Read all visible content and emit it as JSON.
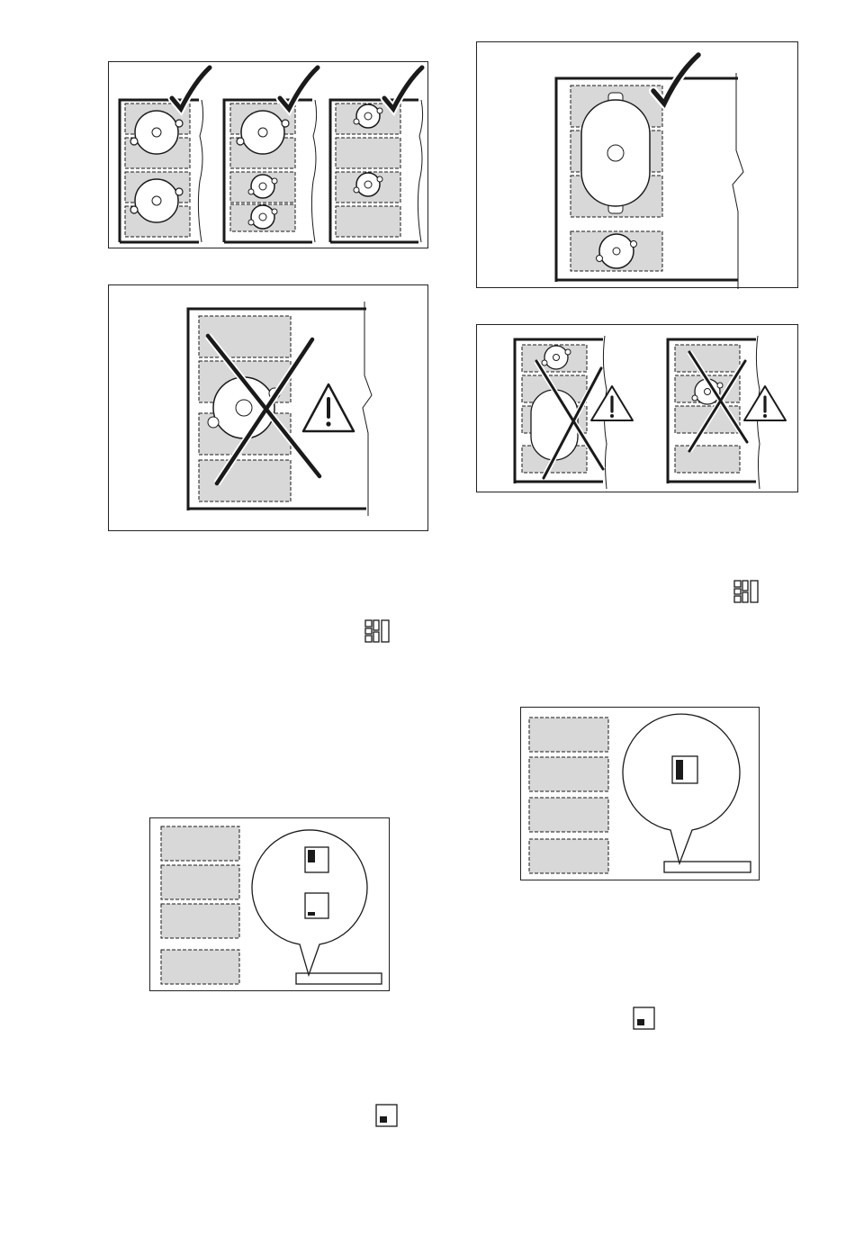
{
  "page": {
    "background": "#ffffff"
  },
  "colors": {
    "zone_fill": "#d8d8d8",
    "stroke": "#1a1a1a"
  },
  "figures": [
    {
      "id": "fig-correct-placements",
      "icons": [
        "checkmark-icon",
        "checkmark-icon",
        "checkmark-icon"
      ],
      "verdict": "correct"
    },
    {
      "id": "fig-bridge-oval-correct",
      "icons": [
        "checkmark-icon"
      ],
      "verdict": "correct"
    },
    {
      "id": "fig-wrong-large-pot",
      "icons": [
        "cross-icon",
        "warning-icon"
      ],
      "verdict": "wrong"
    },
    {
      "id": "fig-wrong-mixed",
      "icons": [
        "cross-icon",
        "warning-icon",
        "cross-icon",
        "warning-icon"
      ],
      "verdict": "wrong"
    },
    {
      "id": "fig-display-two-zones",
      "icons": [
        "zone-indicator-icon",
        "zone-indicator-icon"
      ]
    },
    {
      "id": "fig-display-bridge-zone",
      "icons": [
        "zone-indicator-icon"
      ]
    }
  ],
  "inline_symbols": [
    "flexi-bridge-icon",
    "flexi-bridge-icon",
    "zone-dot-icon",
    "zone-dot-icon"
  ]
}
